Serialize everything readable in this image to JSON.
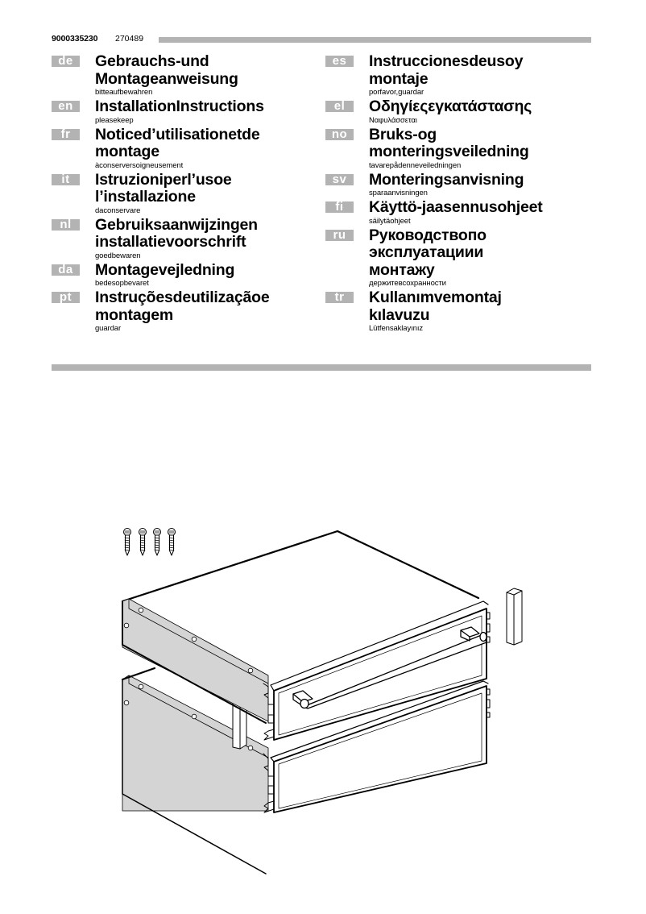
{
  "header": {
    "doc_number": "9000335230",
    "sub_number": "270489"
  },
  "languages": {
    "left": [
      {
        "code": "de",
        "title": "Gebrauchs-und\nMontageanweisung",
        "subtitle": "bitteaufbewahren"
      },
      {
        "code": "en",
        "title": "InstallationInstructions",
        "subtitle": "pleasekeep"
      },
      {
        "code": "fr",
        "title": "Noticed’utilisationetde\nmontage",
        "subtitle": "àconserversoigneusement"
      },
      {
        "code": "it",
        "title": "Istruzioniperl’usoe\nl’installazione",
        "subtitle": "daconservare"
      },
      {
        "code": "nl",
        "title": "Gebruiksaanwijzingen\ninstallatievoorschrift",
        "subtitle": "goedbewaren"
      },
      {
        "code": "da",
        "title": "Montagevejledning",
        "subtitle": "bedesopbevaret"
      },
      {
        "code": "pt",
        "title": "Instruçõesdeutilizaçãoe\nmontagem",
        "subtitle": "guardar"
      }
    ],
    "right": [
      {
        "code": "es",
        "title": "Instruccionesdeusoy\nmontaje",
        "subtitle": "porfavor,guardar"
      },
      {
        "code": "el",
        "title": "Οδηγίεςεγκατάστασης",
        "subtitle": "Ναφυλάσσεται"
      },
      {
        "code": "no",
        "title": "Bruks-og\nmonteringsveiledning",
        "subtitle": "tavarepådenneveiledningen"
      },
      {
        "code": "sv",
        "title": "Monteringsanvisning",
        "subtitle": "sparaanvisningen"
      },
      {
        "code": "fi",
        "title": "Käyttö-jaasennusohjeet",
        "subtitle": "säilytäohjeet"
      },
      {
        "code": "ru",
        "title": "Руководствопо\nэксплуатациии\nмонтажу",
        "subtitle": "держитевсохранности"
      },
      {
        "code": "tr",
        "title": "Kullanımvemontaj\nkılavuzu",
        "subtitle": "Lütfensaklayınız"
      }
    ]
  },
  "colors": {
    "rule_gray": "#b3b3b3",
    "panel_gray": "#d4d4d4",
    "ink": "#000000"
  },
  "illustration": {
    "description": "Two stacked warming drawers with side panels, four screws and two spacer blocks",
    "screw_count": 4,
    "spacer_count": 2
  }
}
